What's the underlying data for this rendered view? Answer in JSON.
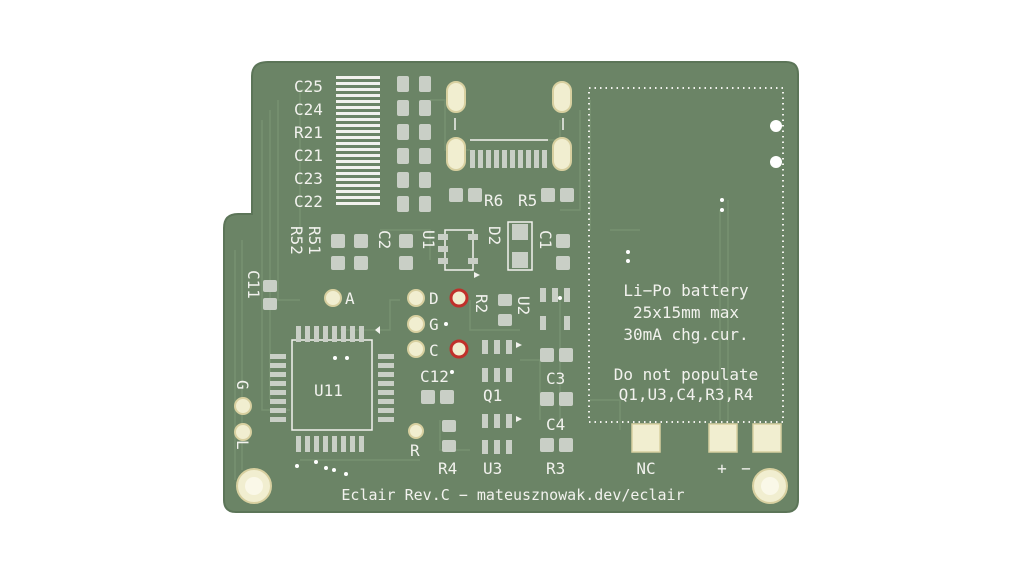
{
  "colors": {
    "board": "#6b8466",
    "board_edge": "#5c7558",
    "trace": "#7b9475",
    "pad": "#c9cfc6",
    "gold": "#f1eed0",
    "copper_ring": "#d8d0a0",
    "via_red": "#c0302a",
    "silk": "#f2f2ee"
  },
  "cap_labels": [
    "C25",
    "C24",
    "R21",
    "C21",
    "C23",
    "C22"
  ],
  "labels": {
    "r6": "R6",
    "r5": "R5",
    "r51": "R51",
    "r52": "R52",
    "c2": "C2",
    "u1": "U1",
    "d2": "D2",
    "c1": "C1",
    "c11": "C11",
    "a": "A",
    "d": "D",
    "g": "G",
    "c": "C",
    "r2": "R2",
    "u2": "U2",
    "c12": "C12",
    "q1": "Q1",
    "c3": "C3",
    "c4": "C4",
    "u11": "U11",
    "r": "R",
    "r4": "R4",
    "u3": "U3",
    "r3": "R3",
    "g_left": "G",
    "l_left": "L",
    "nc": "NC",
    "plus": "+",
    "minus": "−"
  },
  "battery_note": [
    "Li−Po battery",
    "25x15mm max",
    "30mA chg.cur."
  ],
  "populate_note": [
    "Do not populate",
    "Q1,U3,C4,R3,R4"
  ],
  "footer": "Eclair Rev.C − mateusznowak.dev/eclair"
}
